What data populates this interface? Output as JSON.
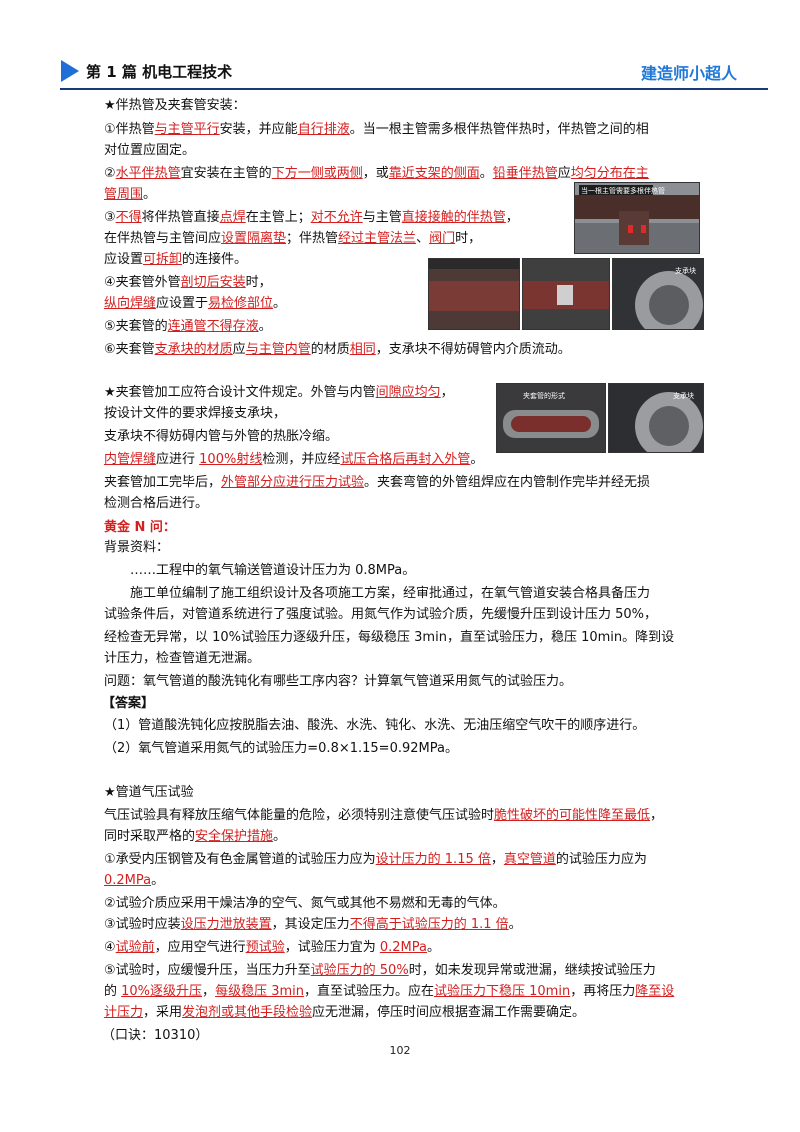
{
  "header": {
    "title": "第 1 篇  机电工程技术",
    "brand": "建造师小超人"
  },
  "section1": {
    "heading": "★伴热管及夹套管安装：",
    "l1": [
      "①伴热管",
      "与主管平行",
      "安装，并应能",
      "自行排液",
      "。当一根主管需多根伴热管伴热时，伴热管之间的相"
    ],
    "l2": "对位置应固定。",
    "l3": [
      "②",
      "水平伴热管",
      "宜安装在主管的",
      "下方一侧或两侧",
      "，或",
      "靠近支架的侧面",
      "。",
      "铅垂伴热管",
      "应",
      "均匀分布在主"
    ],
    "l4": [
      "管周围",
      "。"
    ],
    "l5": [
      "③",
      "不得",
      "将伴热管直接",
      "点焊",
      "在主管上；",
      "对不允许",
      "与主管",
      "直接接触的伴热管",
      "，"
    ],
    "l6": [
      "在伴热管与主管间应",
      "设置隔离垫",
      "；伴热管",
      "经过主管法兰",
      "、",
      "阀门",
      "时，"
    ],
    "l7": [
      "应设置",
      "可拆卸",
      "的连接件。"
    ],
    "l8": [
      "④夹套管外管",
      "剖切后安装",
      "时，"
    ],
    "l9": [
      "纵向焊缝",
      "应设置于",
      "易检修部位",
      "。"
    ],
    "l10": [
      "⑤夹套管的",
      "连通管不得存液",
      "。"
    ],
    "l11": [
      "⑥夹套管",
      "支承块的材质",
      "应",
      "与主管内管",
      "的材质",
      "相同",
      "，支承块不得妨碍管内介质流动。"
    ]
  },
  "section2": {
    "l1": [
      "★夹套管加工应符合设计文件规定。外管与内管",
      "间隙应均匀",
      "，"
    ],
    "l2": "按设计文件的要求焊接支承块，",
    "l3": "支承块不得妨碍内管与外管的热胀冷缩。",
    "l4": [
      "内管焊缝",
      "应进行 ",
      "100%射线",
      "检测，并应经",
      "试压合格后再封入外管",
      "。"
    ],
    "l5": [
      "夹套管加工完毕后，",
      "外管部分应进行压力试验",
      "。夹套弯管的外管组焊应在内管制作完毕并经无损"
    ],
    "l6": "检测合格后进行。"
  },
  "qa": {
    "title": "黄金 N 问：",
    "bg_label": "背景资料：",
    "p1": "……工程中的氧气输送管道设计压力为 0.8MPa。",
    "p2a": "施工单位编制了施工组织设计及各项施工方案，经审批通过，在氧气管道安装合格具备压力",
    "p2b": "试验条件后，对管道系统进行了强度试验。用氮气作为试验介质，先缓慢升压到设计压力 50%，",
    "p2c": "经检查无异常，以 10%试验压力逐级升压，每级稳压 3min，直至试验压力，稳压 10min。降到设",
    "p2d": "计压力，检查管道无泄漏。",
    "question": "问题：氧气管道的酸洗钝化有哪些工序内容？计算氧气管道采用氮气的试验压力。",
    "answer_label": "【答案】",
    "a1": "（1）管道酸洗钝化应按脱脂去油、酸洗、水洗、钝化、水洗、无油压缩空气吹干的顺序进行。",
    "a2": "（2）氧气管道采用氮气的试验压力=0.8×1.15=0.92MPa。"
  },
  "section3": {
    "heading": "★管道气压试验",
    "l1": [
      "气压试验具有释放压缩气体能量的危险，必须特别注意使气压试验时",
      "脆性破坏的可能性降至最低",
      "，"
    ],
    "l2": [
      "同时采取严格的",
      "安全保护措施",
      "。"
    ],
    "l3": [
      "①承受内压钢管及有色金属管道的试验压力应为",
      "设计压力的 1.15 倍",
      "，",
      "真空管道",
      "的试验压力应为"
    ],
    "l4": [
      "0.2MPa",
      "。"
    ],
    "l5": "②试验介质应采用干燥洁净的空气、氮气或其他不易燃和无毒的气体。",
    "l6": [
      "③试验时应装",
      "设压力泄放装置",
      "，其设定压力",
      "不得高于试验压力的 1.1 倍",
      "。"
    ],
    "l7": [
      "④",
      "试验前",
      "，应用空气进行",
      "预试验",
      "，试验压力宜为 ",
      "0.2MPa",
      "。"
    ],
    "l8": [
      "⑤试验时，应缓慢升压，当压力升至",
      "试验压力的 50%",
      "时，如未发现异常或泄漏，继续按试验压力"
    ],
    "l9": [
      "的 ",
      "10%逐级升压",
      "，",
      "每级稳压 3min",
      "，直至试验压力。应在",
      "试验压力下稳压 10min",
      "，再将压力",
      "降至设"
    ],
    "l10": [
      "计压力",
      "，采用",
      "发泡剂或其他手段检验",
      "应无泄漏，停压时间应根据查漏工作需要确定。"
    ],
    "l11": "（口诀：10310）"
  },
  "photos": {
    "p1_label": "当一根主管需要多根伴热管",
    "p3_label": "支承块",
    "p4_label": "夹套管的形式",
    "p5_label": "支承块"
  },
  "page_number": "102",
  "colors": {
    "accent_blue": "#1f6fd6",
    "rule_navy": "#1a3a7a",
    "key_red": "#d41f1f"
  }
}
